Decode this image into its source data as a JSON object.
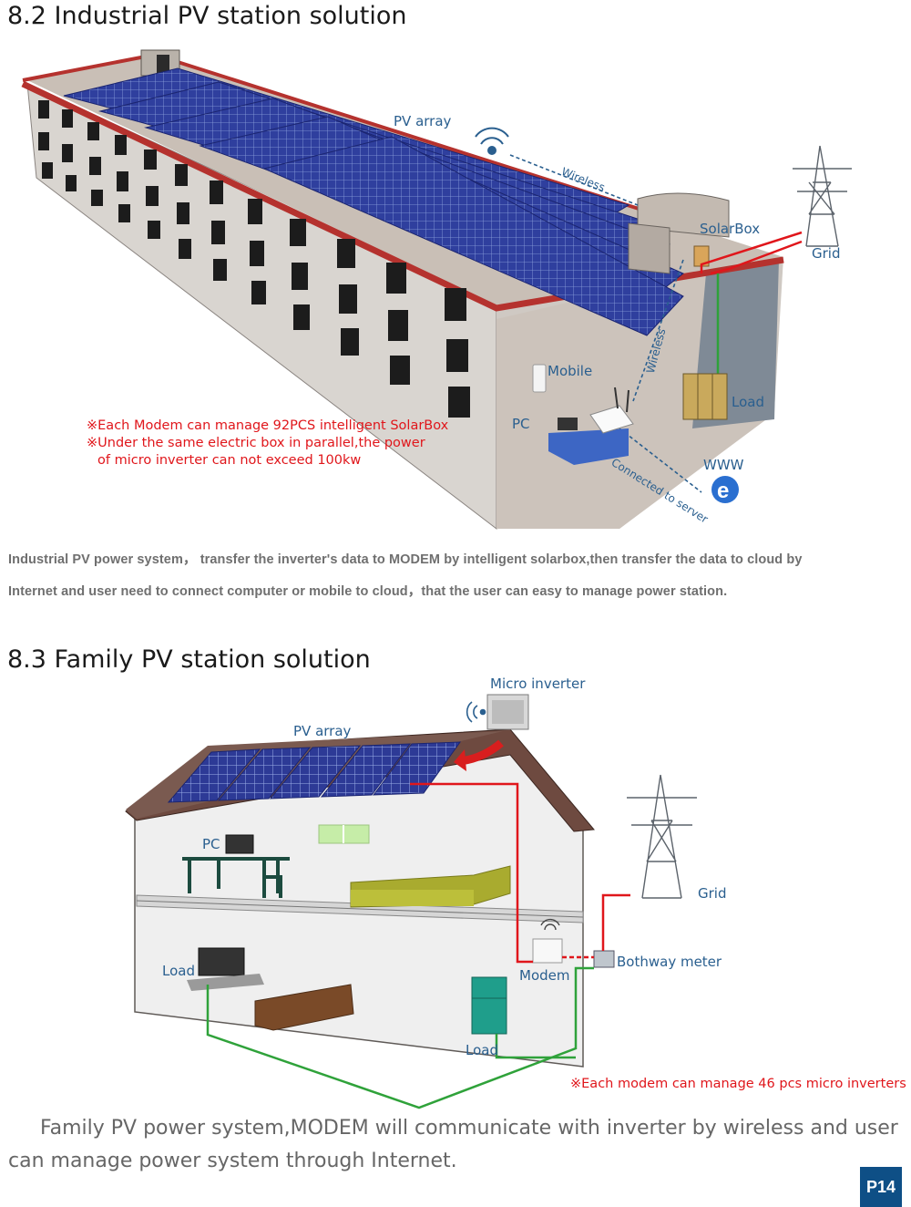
{
  "section1": {
    "heading": "8.2  Industrial PV station solution",
    "labels": {
      "pv_array": "PV array",
      "wireless_top": "Wireless",
      "solarbox": "SolarBox",
      "grid": "Grid",
      "wireless_side": "Wireless",
      "mobile": "Mobile",
      "load": "Load",
      "pc": "PC",
      "connected": "Connected to server",
      "www": "WWW"
    },
    "notes": [
      "※Each Modem can manage 92PCS intelligent SolarBox",
      "※Under the same electric box in parallel,the power",
      "of micro inverter can not exceed 100kw"
    ],
    "description": [
      "Industrial PV power system， transfer the inverter's data to MODEM by intelligent solarbox,then transfer the data to cloud by",
      "Internet and user need to connect computer or mobile to cloud，that the user can easy to manage power station."
    ]
  },
  "section2": {
    "heading": "8.3  Family PV station solution",
    "labels": {
      "micro_inverter": "Micro inverter",
      "pv_array": "PV array",
      "pc": "PC",
      "grid": "Grid",
      "load_tv": "Load",
      "modem": "Modem",
      "bothway_meter": "Bothway meter",
      "load_fridge": "Load"
    },
    "note": "※Each modem can manage 46 pcs micro inverters",
    "description": [
      "Family PV power system,MODEM will communicate with inverter by wireless and user",
      "can manage power system through Internet."
    ]
  },
  "page_number": "P14",
  "colors": {
    "solar_panel": "#2f3f9e",
    "wall": "#d9d5d0",
    "roof_red": "#b5322e",
    "roof_brown": "#6e4a40",
    "grid_wire": "#e0161b",
    "load_wire": "#2fa23a",
    "label_blue": "#2a5f8f",
    "badge": "#0e4f86"
  }
}
